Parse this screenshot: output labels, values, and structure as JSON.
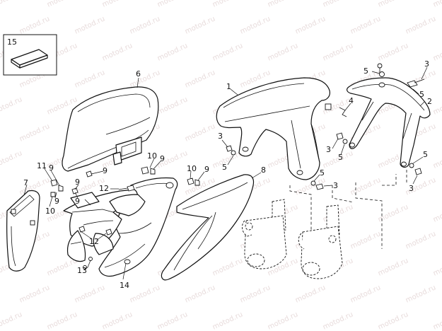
{
  "watermark": "motod.ru",
  "inset": {
    "label": "15"
  },
  "callouts": {
    "c1": "1",
    "c2": "2",
    "c3": "3",
    "c4": "4",
    "c5": "5",
    "c6": "6",
    "c7": "7",
    "c8": "8",
    "c9": "9",
    "c10": "10",
    "c11": "11",
    "c12": "12",
    "c13": "13",
    "c14": "14"
  }
}
